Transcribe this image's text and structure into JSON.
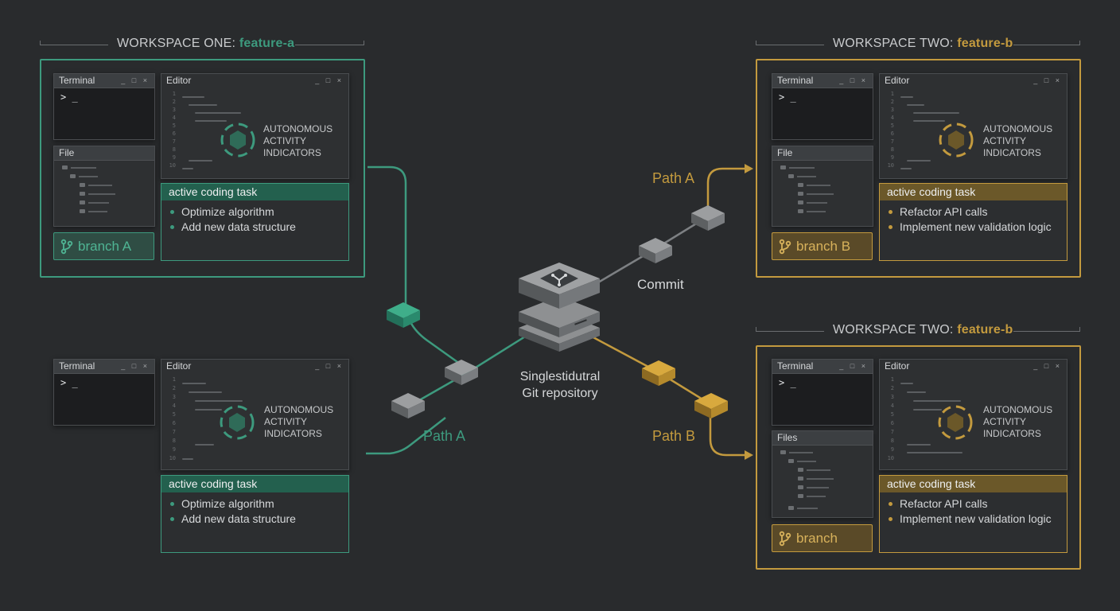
{
  "colors": {
    "background": "#292b2d",
    "green_accent": "#3d9a7e",
    "green_header": "#23604e",
    "green_branch_bg": "#2f4d44",
    "amber_accent": "#c39a3e",
    "amber_header": "#6b5829",
    "amber_branch_bg": "#5a4a28",
    "node_grey": "#8a8c8e",
    "node_green": "#2f8f72",
    "node_amber": "#c8982f"
  },
  "workspaces": {
    "top_left": {
      "title_prefix": "WORKSPACE ONE: ",
      "title_name": "feature-a",
      "terminal_title": "Terminal",
      "terminal_prompt": "> _",
      "file_title": "File",
      "editor_title": "Editor",
      "line_numbers": "1\n2\n3\n4\n5\n6\n7\n8\n9\n10",
      "activity_text": "AUTONOMOUS\nACTIVITY\nINDICATORS",
      "task_title": "active coding task",
      "task_items": [
        "Optimize algorithm",
        "Add new data structure"
      ],
      "branch_label": "branch A"
    },
    "bottom_left": {
      "terminal_title": "Terminal",
      "terminal_prompt": "> _",
      "editor_title": "Editor",
      "line_numbers": "1\n2\n3\n4\n5\n6\n7\n8\n9\n10",
      "activity_text": "AUTONOMOUS\nACTIVITY\nINDICATORS",
      "task_title": "active coding task",
      "task_items": [
        "Optimize algorithm",
        "Add new data structure"
      ]
    },
    "top_right": {
      "title_prefix": "WORKSPACE TWO: ",
      "title_name": "feature-b",
      "terminal_title": "Terminal",
      "terminal_prompt": "> _",
      "file_title": "File",
      "editor_title": "Editor",
      "line_numbers": "1\n2\n3\n4\n5\n6\n7\n8\n9\n10",
      "activity_text": "AUTONOMOUS\nACTIVITY\nINDICATORS",
      "task_title": "active coding task",
      "task_items": [
        "Refactor API calls",
        "Implement new validation logic"
      ],
      "branch_label": "branch B"
    },
    "bottom_right": {
      "title_prefix": "WORKSPACE TWO: ",
      "title_name": "feature-b",
      "terminal_title": "Terminal",
      "terminal_prompt": "> _",
      "file_title": "Files",
      "editor_title": "Editor",
      "line_numbers": "1\n2\n3\n4\n5\n6\n7\n8\n9\n10",
      "activity_text": "AUTONOMOUS\nACTIVITY\nINDICATORS",
      "task_title": "active coding task",
      "task_items": [
        "Refactor API calls",
        "Implement new validation logic"
      ],
      "branch_label": "branch"
    }
  },
  "window_controls": "_ □ ×",
  "center": {
    "repo_label": "Singlestidutral\nGit repository",
    "commit_label": "Commit",
    "path_a_top_right": "Path A",
    "path_b_bottom_right": "Path B",
    "path_a_bottom_left": "Path A"
  }
}
